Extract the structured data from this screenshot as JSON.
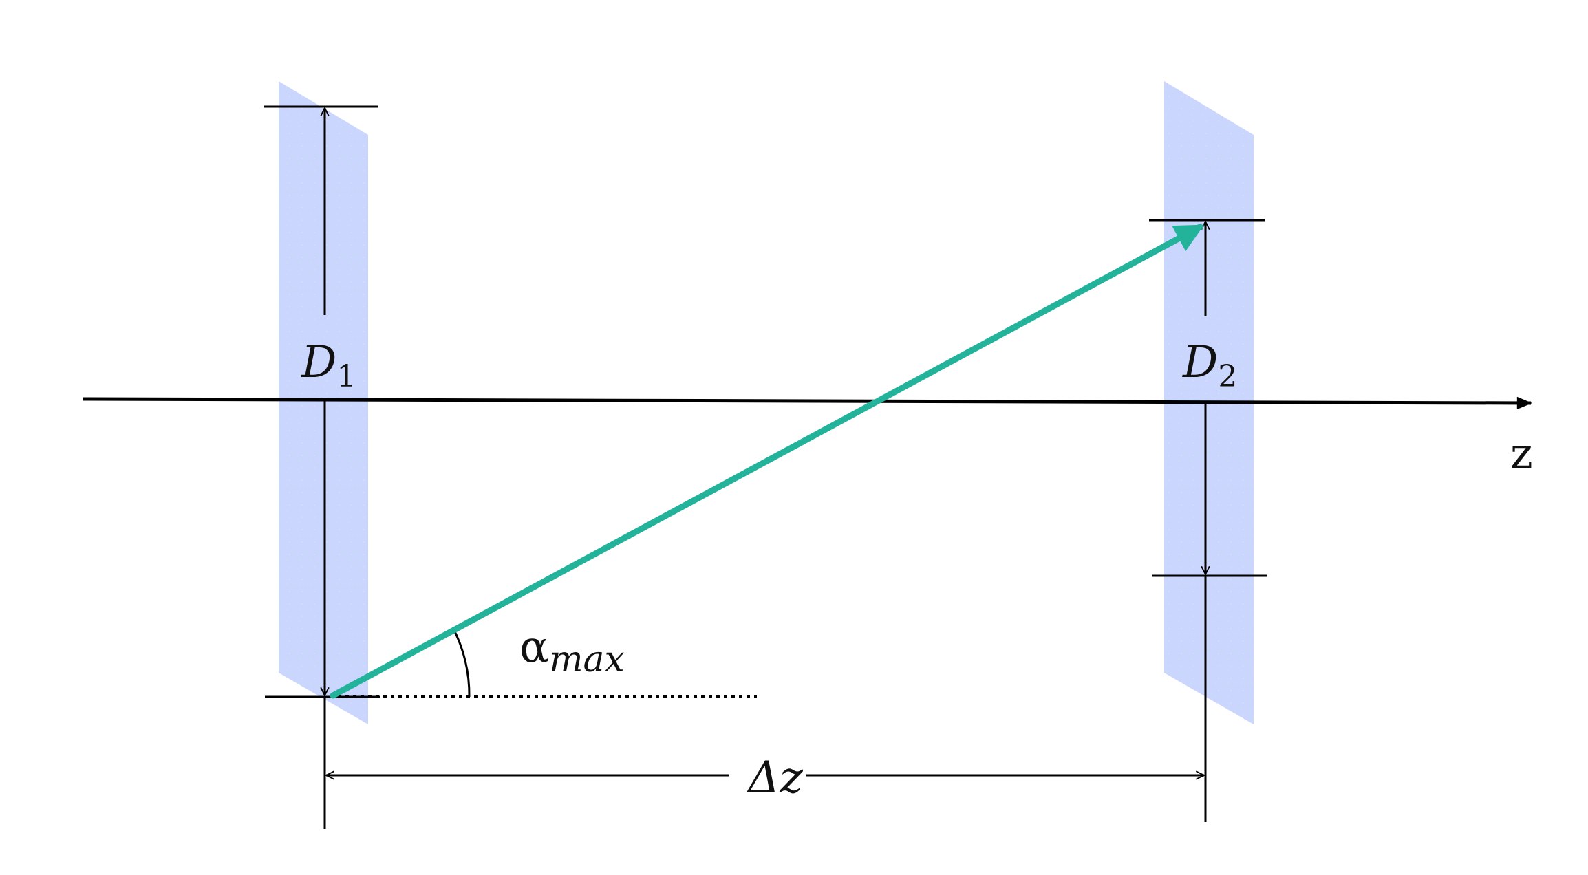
{
  "diagram": {
    "labels": {
      "d1_main": "D",
      "d1_sub": "1",
      "d2_main": "D",
      "d2_sub": "2",
      "alpha_main": "α",
      "alpha_sub": "max",
      "delta_z": "Δz",
      "axis": "z"
    },
    "colors": {
      "plate": "#c6d2ff",
      "plate_texture": "#b0e6dd",
      "ray": "#22b39a",
      "line": "#000000"
    }
  }
}
